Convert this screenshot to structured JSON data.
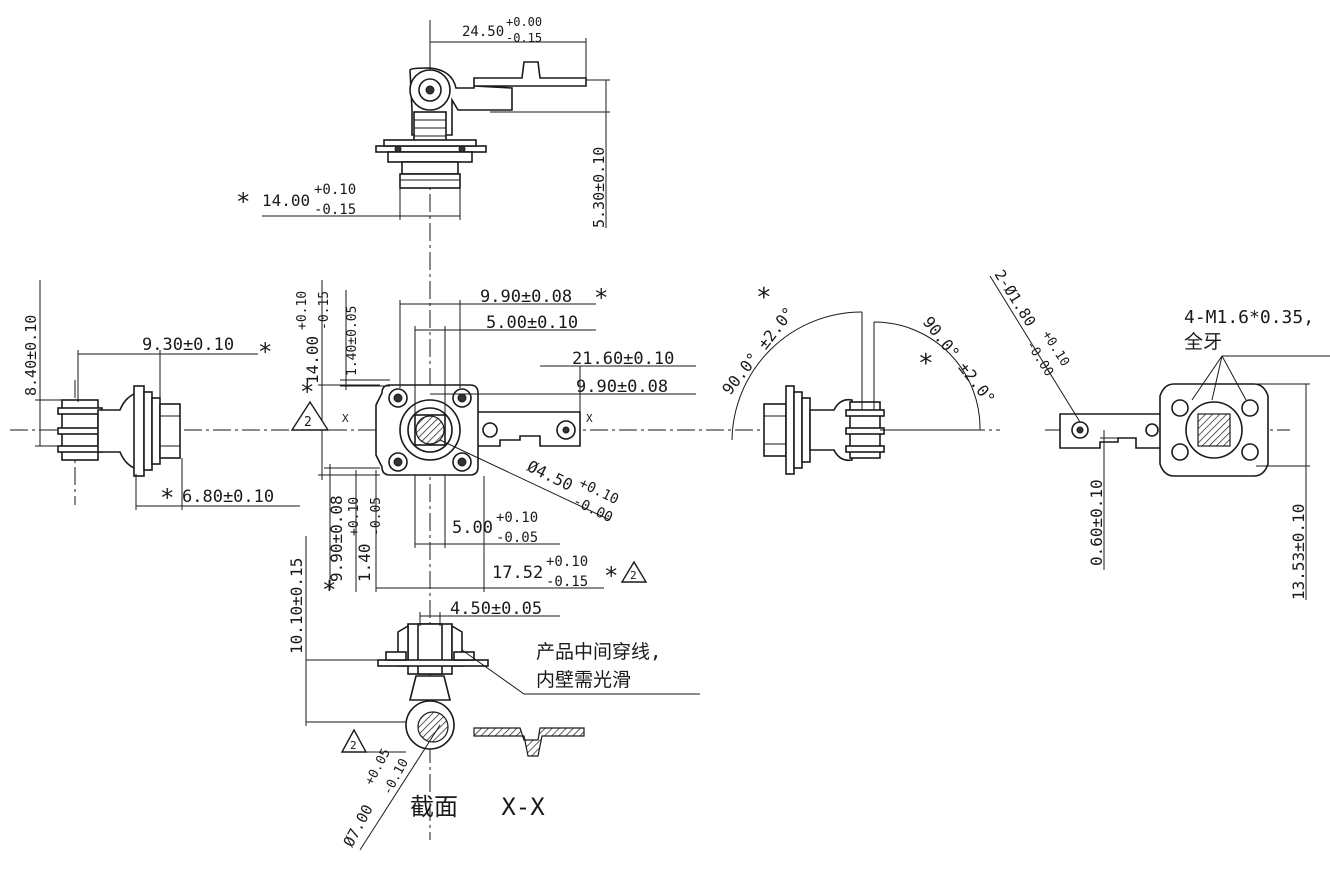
{
  "top_view": {
    "dim_width": "24.50",
    "dim_width_tol_up": "+0.00",
    "dim_width_tol_dn": "-0.15",
    "dim_height": "5.30±0.10",
    "dim_body_star": "*",
    "dim_body": "14.00",
    "dim_body_tol_up": "+0.10",
    "dim_body_tol_dn": "-0.15"
  },
  "left_view": {
    "dim_height": "8.40±0.10",
    "dim_len_a": "9.30±0.10",
    "dim_len_a_star": "*",
    "dim_len_b_star": "*",
    "dim_len_b": "6.80±0.10"
  },
  "center_view": {
    "dim_top_a": "9.90±0.08",
    "dim_top_a_star": "*",
    "dim_top_b": "5.00±0.10",
    "dim_top_c": "21.60±0.10",
    "dim_top_d": "9.90±0.08",
    "dim_vert_a": "1.40±0.05",
    "dim_vert_b_star": "*",
    "dim_vert_b": "14.00",
    "dim_vert_b_tol_up": "+0.10",
    "dim_vert_b_tol_dn": "-0.15",
    "datum_note": "2",
    "section_mark": "X",
    "dim_bore": "Ø4.50",
    "dim_bore_tol_up": "+0.10",
    "dim_bore_tol_dn": "-0.00",
    "dim_slot": "5.00",
    "dim_slot_tol_up": "+0.10",
    "dim_slot_tol_dn": "-0.05",
    "dim_total": "17.52",
    "dim_total_tol_up": "+0.10",
    "dim_total_tol_dn": "-0.15",
    "dim_total_star": "*",
    "dim_left_star": "*",
    "dim_left_a": "9.90±0.08",
    "dim_left_b": "1.40",
    "dim_left_b_tol_up": "+0.10",
    "dim_left_b_tol_dn": "-0.05"
  },
  "bottom_view": {
    "dim_top": "4.50±0.05",
    "dim_height": "10.10±0.15",
    "note_line1": "产品中间穿线,",
    "note_line2": "内壁需光滑",
    "datum_note": "2",
    "dim_dia": "Ø7.00",
    "dim_dia_tol_up": "+0.05",
    "dim_dia_tol_dn": "-0.10",
    "section_title": "截面   X-X"
  },
  "right_view": {
    "angle_star_a": "*",
    "angle_a": "90.0° ±2.0°",
    "angle_star_b": "*",
    "angle_b": "90.0° ±2.0°"
  },
  "far_right_view": {
    "dim_holes": "2-Ø1.80",
    "dim_holes_tol_up": "+0.10",
    "dim_holes_tol_dn": "-0.00",
    "thread_note_line1": "4-M1.6*0.35,",
    "thread_note_line2": "全牙",
    "dim_thick": "0.60±0.10",
    "dim_height": "13.53±0.10"
  }
}
